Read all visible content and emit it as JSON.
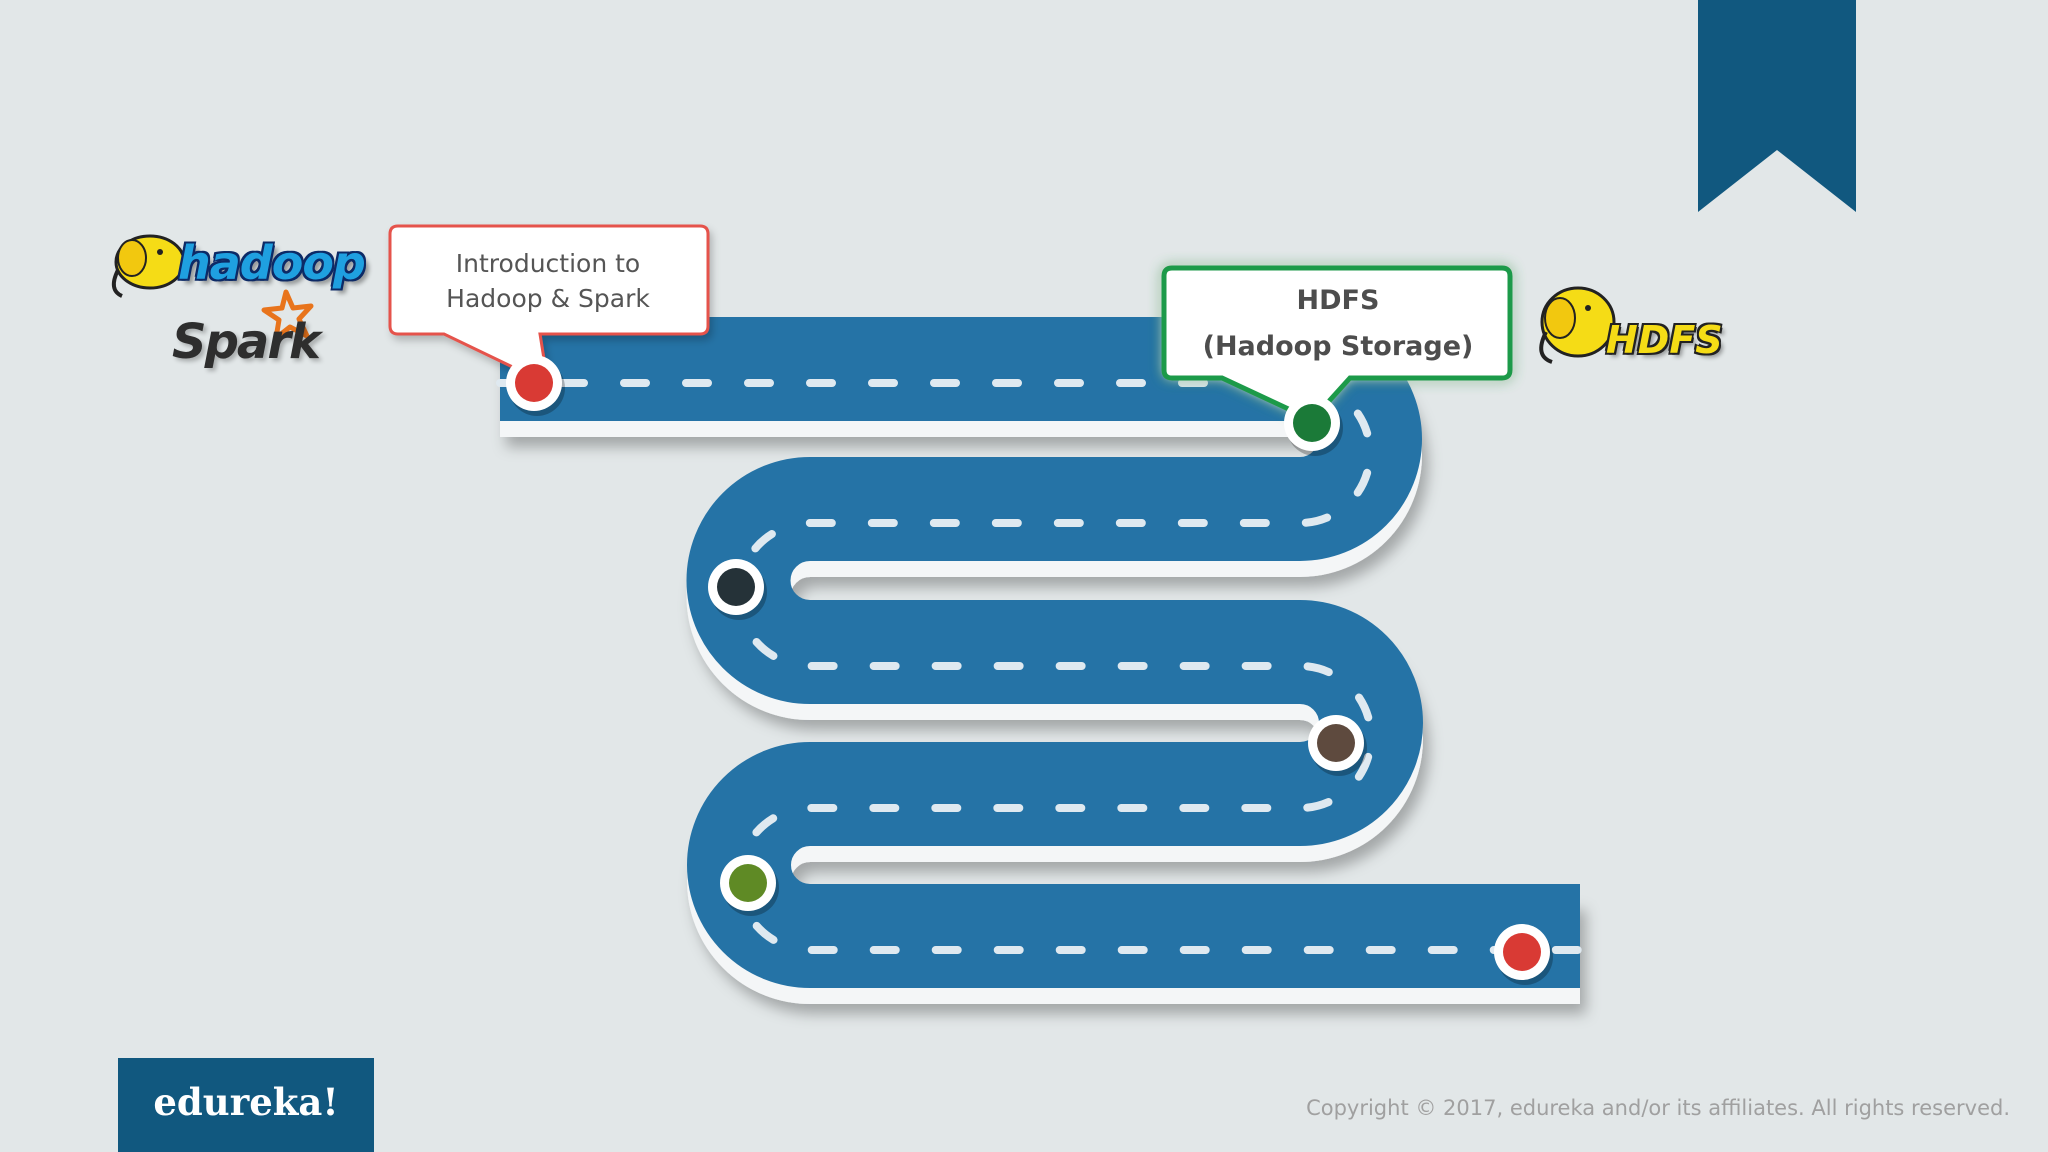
{
  "logos": {
    "hadoop": "hadoop",
    "spark": "Spark",
    "hdfs": "HDFS"
  },
  "callouts": {
    "intro": {
      "line1": "Introduction to",
      "line2": "Hadoop & Spark",
      "border_color": "#e5534b"
    },
    "hdfs": {
      "line1": "HDFS",
      "line2": "(Hadoop Storage)",
      "border_color": "#1f9a4a"
    }
  },
  "milestones": [
    {
      "name": "milestone-1",
      "color": "#d93a34"
    },
    {
      "name": "milestone-2",
      "color": "#1b7a38"
    },
    {
      "name": "milestone-3",
      "color": "#253238"
    },
    {
      "name": "milestone-4",
      "color": "#5e4a3e"
    },
    {
      "name": "milestone-5",
      "color": "#5f8a25"
    },
    {
      "name": "milestone-6",
      "color": "#d93a34"
    }
  ],
  "colors": {
    "road": "#2573a6",
    "road_edge": "#f4f6f7",
    "bookmark": "#11587f",
    "background": "#e2e7e8"
  },
  "footer": {
    "brand": "edureka!",
    "copyright": "Copyright © 2017, edureka and/or its affiliates. All rights reserved."
  }
}
